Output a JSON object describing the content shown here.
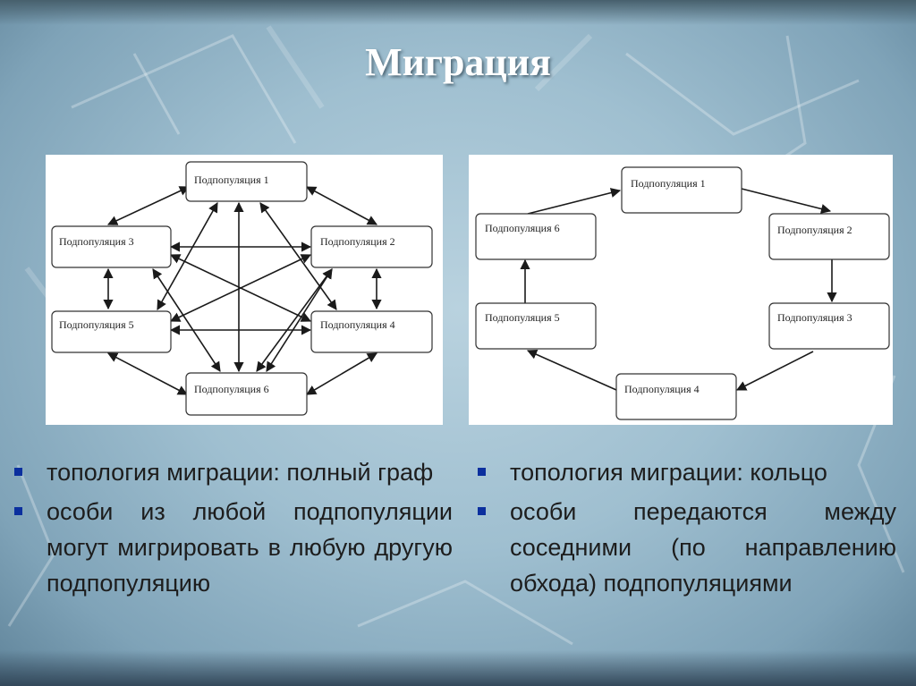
{
  "slide": {
    "title": "Миграция"
  },
  "full_graph": {
    "nodes": [
      {
        "key": "n1",
        "label": "Подпопуляция 1"
      },
      {
        "key": "n2",
        "label": "Подпопуляция 2"
      },
      {
        "key": "n3",
        "label": "Подпопуляция 3"
      },
      {
        "key": "n4",
        "label": "Подпопуляция 4"
      },
      {
        "key": "n5",
        "label": "Подпопуляция 5"
      },
      {
        "key": "n6",
        "label": "Подпопуляция 6"
      }
    ],
    "bullets": [
      "топология миграции: полный граф",
      "особи из любой подпопуляции могут мигрировать в любую другую подпопуляцию"
    ]
  },
  "ring": {
    "nodes": [
      {
        "key": "r1",
        "label": "Подпопуляция 1"
      },
      {
        "key": "r2",
        "label": "Подпопуляция 2"
      },
      {
        "key": "r3",
        "label": "Подпопуляция 3"
      },
      {
        "key": "r4",
        "label": "Подпопуляция 4"
      },
      {
        "key": "r5",
        "label": "Подпопуляция 5"
      },
      {
        "key": "r6",
        "label": "Подпопуляция 6"
      }
    ],
    "bullets": [
      "топология миграции: кольцо",
      "особи передаются между соседними (по направлению обхода) подпопуляциями"
    ]
  }
}
